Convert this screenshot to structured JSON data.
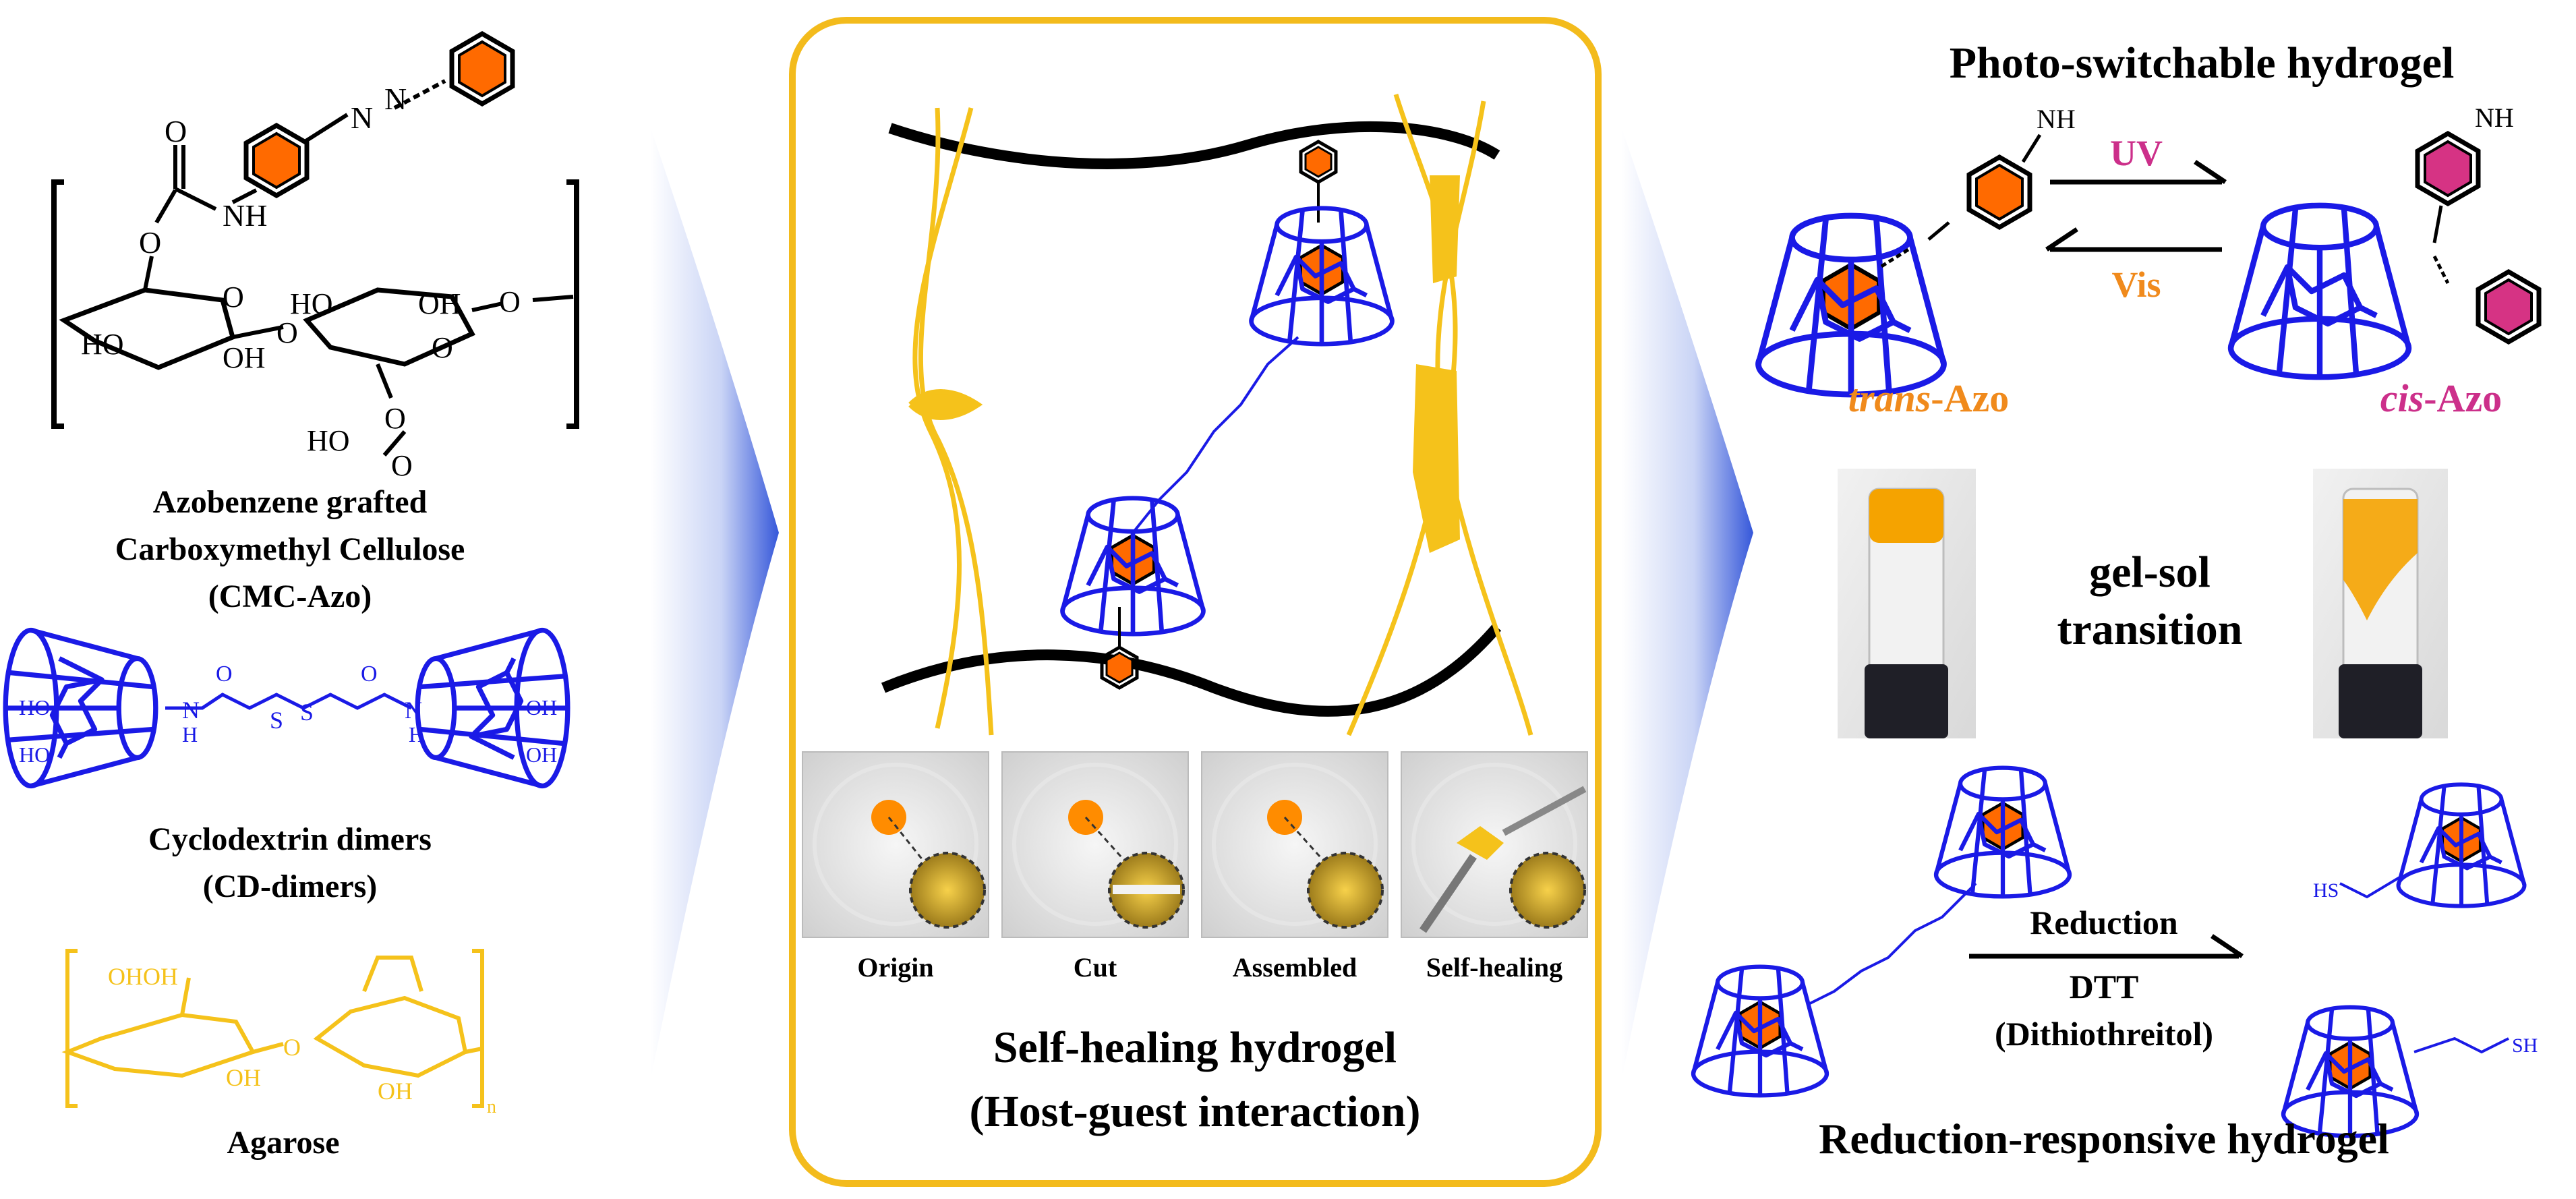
{
  "colors": {
    "azo_orange": "#ff6a00",
    "cis_magenta": "#d63384",
    "cd_blue": "#1a1ae6",
    "agarose_yellow": "#f5c21b",
    "frame_yellow": "#f3bb1c",
    "uv_magenta": "#cc2f8a",
    "vis_orange": "#f08a1c",
    "arrow_blue": "#2b4fd8"
  },
  "icons": [
    "azobenzene-ring-icon",
    "cyclodextrin-cone-icon",
    "reaction-arrow-icon",
    "flow-chevron-icon"
  ],
  "left": {
    "cmc_label_1": "Azobenzene grafted",
    "cmc_label_2": "Carboxymethyl Cellulose",
    "cmc_label_3": "(CMC-Azo)",
    "cd_label_1": "Cyclodextrin dimers",
    "cd_label_2": "(CD-dimers)",
    "agarose_label": "Agarose",
    "chem": {
      "N1": "N",
      "N2": "N",
      "NH": "NH",
      "O": "O",
      "OH": "OH",
      "HO": "HO",
      "O_ring": "O",
      "HO_cooh": "HO",
      "O_cooh": "O",
      "cd_S1": "S",
      "cd_S2": "S",
      "cd_N1": "N",
      "cd_H1": "H",
      "cd_N2": "N",
      "cd_H2": "H",
      "cd_O1": "O",
      "cd_O2": "O",
      "cd_HO1": "HO",
      "cd_HO2": "HO",
      "cd_OH1": "OH",
      "cd_OH2": "OH",
      "ag_OHHO": "OHOH",
      "ag_O": "O",
      "ag_OH": "OH",
      "ag_n": "n"
    }
  },
  "center": {
    "steps": [
      "Origin",
      "Cut",
      "Assembled",
      "Self-healing"
    ],
    "title_1": "Self-healing hydrogel",
    "title_2": "(Host-guest interaction)"
  },
  "right": {
    "photo_title": "Photo-switchable hydrogel",
    "uv": "UV",
    "vis": "Vis",
    "trans_italic": "trans",
    "trans_rest": "-Azo",
    "cis_italic": "cis",
    "cis_rest": "-Azo",
    "nh": "NH",
    "gel_sol_1": "gel-sol",
    "gel_sol_2": "transition",
    "reduction": "Reduction",
    "dtt": "DTT",
    "dithiothreitol": "(Dithiothreitol)",
    "reduction_title": "Reduction-responsive hydrogel",
    "hs": "HS",
    "sh": "SH"
  }
}
